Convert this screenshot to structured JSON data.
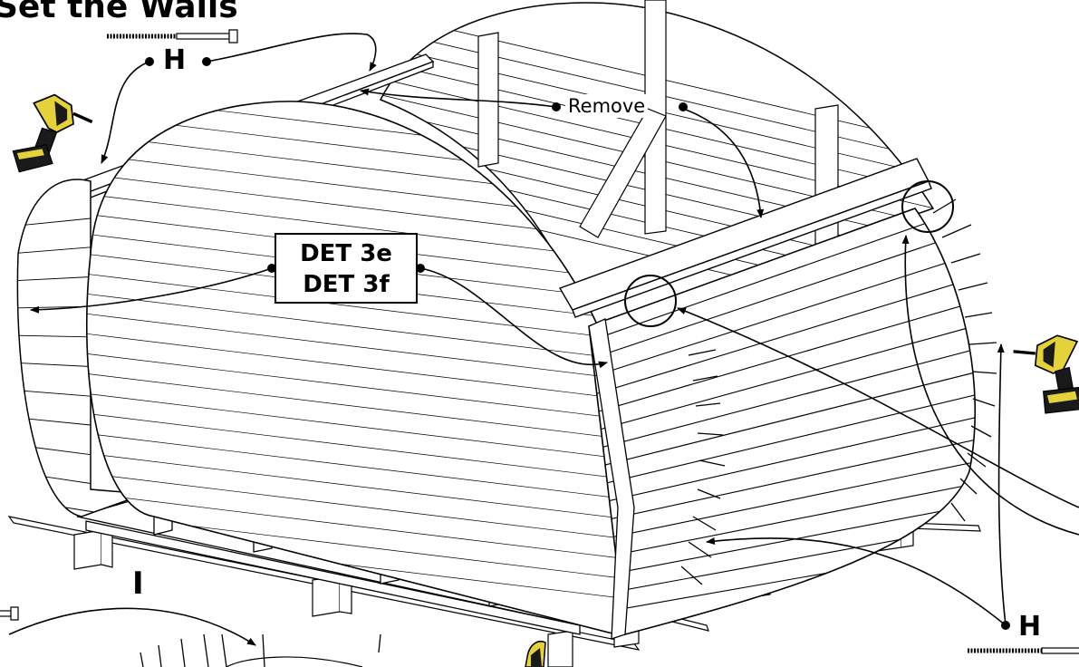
{
  "title": "Set the Walls",
  "callouts": {
    "fastener_top": "H",
    "fastener_bottom": "H",
    "remove": "Remove",
    "detail_refs": [
      "DET 3e",
      "DET 3f"
    ],
    "step_label": "I"
  },
  "icons": [
    "drill-icon",
    "screw-icon"
  ]
}
